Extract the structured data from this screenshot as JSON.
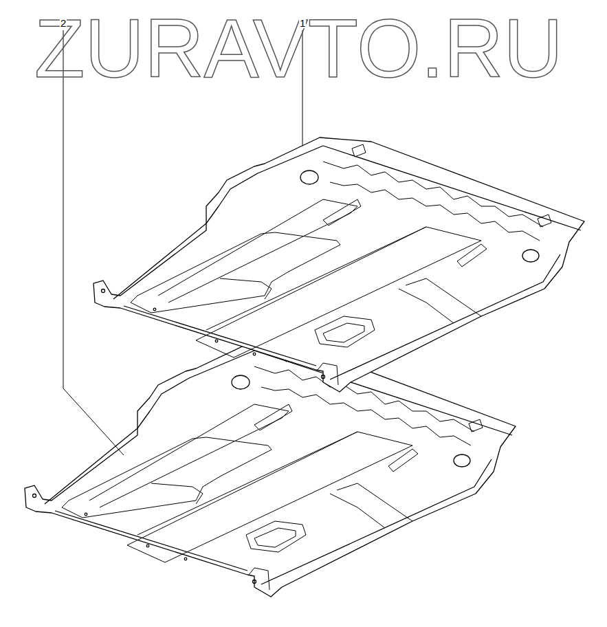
{
  "diagram": {
    "labels": [
      "ZURAVTO.RU",
      "2",
      "1"
    ]
  }
}
